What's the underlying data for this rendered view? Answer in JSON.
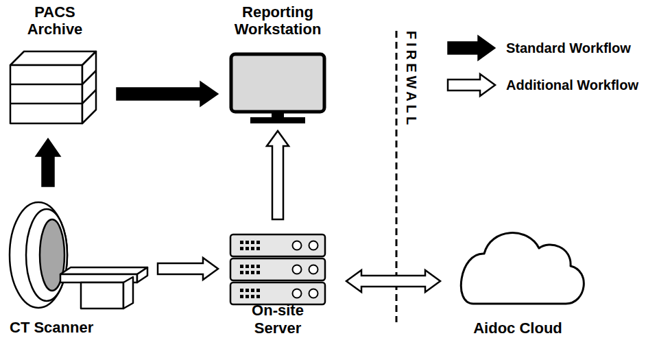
{
  "diagram": {
    "nodes": [
      {
        "text": [
          "PACS Archive"
        ]
      },
      {
        "text": [
          "Reporting Workstation"
        ]
      },
      {
        "text": [
          "CT Scanner"
        ]
      },
      {
        "text": [
          "On-site Server"
        ]
      },
      {
        "text": [
          "Aidoc Cloud"
        ]
      }
    ],
    "edges": [
      {
        "from": 2,
        "to": 0,
        "arrow": "to"
      },
      {
        "from": 0,
        "to": 1,
        "arrow": "to"
      },
      {
        "from": 2,
        "to": 3,
        "arrow": "to"
      },
      {
        "from": 3,
        "to": 1,
        "arrow": "to"
      },
      {
        "from": 3,
        "to": 4,
        "arrow": "both"
      }
    ],
    "labels": [
      "FIREWALL"
    ],
    "legend": [
      {
        "text": "Standard Workflow"
      },
      {
        "text": "Additional Workflow"
      }
    ]
  }
}
